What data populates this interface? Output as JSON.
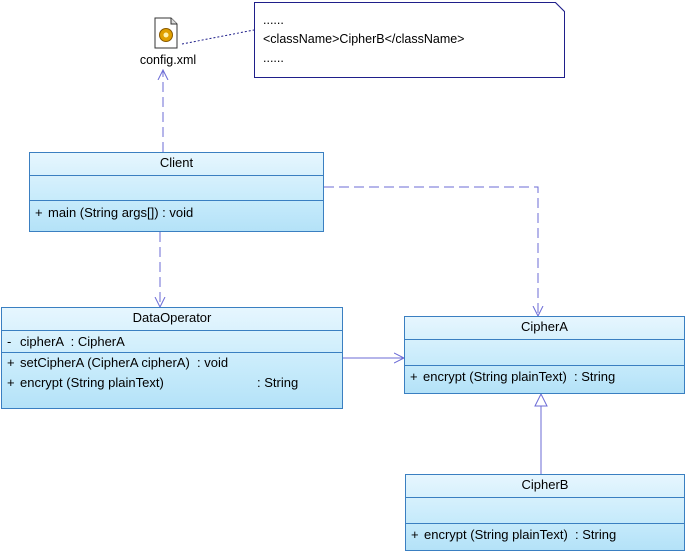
{
  "note": {
    "lines": [
      "......",
      "<className>CipherB</className>",
      "......"
    ]
  },
  "config_file": {
    "label": "config.xml"
  },
  "classes": {
    "client": {
      "name": "Client",
      "operations": [
        {
          "vis": "+",
          "sig": "main (String args[])",
          "type": ": void"
        }
      ]
    },
    "data_operator": {
      "name": "DataOperator",
      "attributes": [
        {
          "vis": "-",
          "sig": "cipherA",
          "type": ": CipherA"
        }
      ],
      "operations": [
        {
          "vis": "+",
          "sig": "setCipherA (CipherA cipherA)",
          "type": ": void"
        },
        {
          "vis": "+",
          "sig": "encrypt (String plainText)",
          "type": ": String"
        }
      ]
    },
    "cipher_a": {
      "name": "CipherA",
      "operations": [
        {
          "vis": "+",
          "sig": "encrypt (String plainText)",
          "type": ": String"
        }
      ]
    },
    "cipher_b": {
      "name": "CipherB",
      "operations": [
        {
          "vis": "+",
          "sig": "encrypt (String plainText)",
          "type": ": String"
        }
      ]
    }
  },
  "relationships": [
    {
      "from": "Client",
      "to": "config.xml",
      "kind": "dependency"
    },
    {
      "from": "Client",
      "to": "DataOperator",
      "kind": "dependency"
    },
    {
      "from": "Client",
      "to": "CipherA",
      "kind": "dependency"
    },
    {
      "from": "DataOperator",
      "to": "CipherA",
      "kind": "association"
    },
    {
      "from": "CipherB",
      "to": "CipherA",
      "kind": "generalization"
    },
    {
      "from": "config.xml",
      "to": "note",
      "kind": "note-anchor"
    }
  ],
  "colors": {
    "class_border": "#3a7fc1",
    "class_fill": "#c7ebfb",
    "connector": "#6b6bd6",
    "note_border": "#1f1f8a"
  }
}
